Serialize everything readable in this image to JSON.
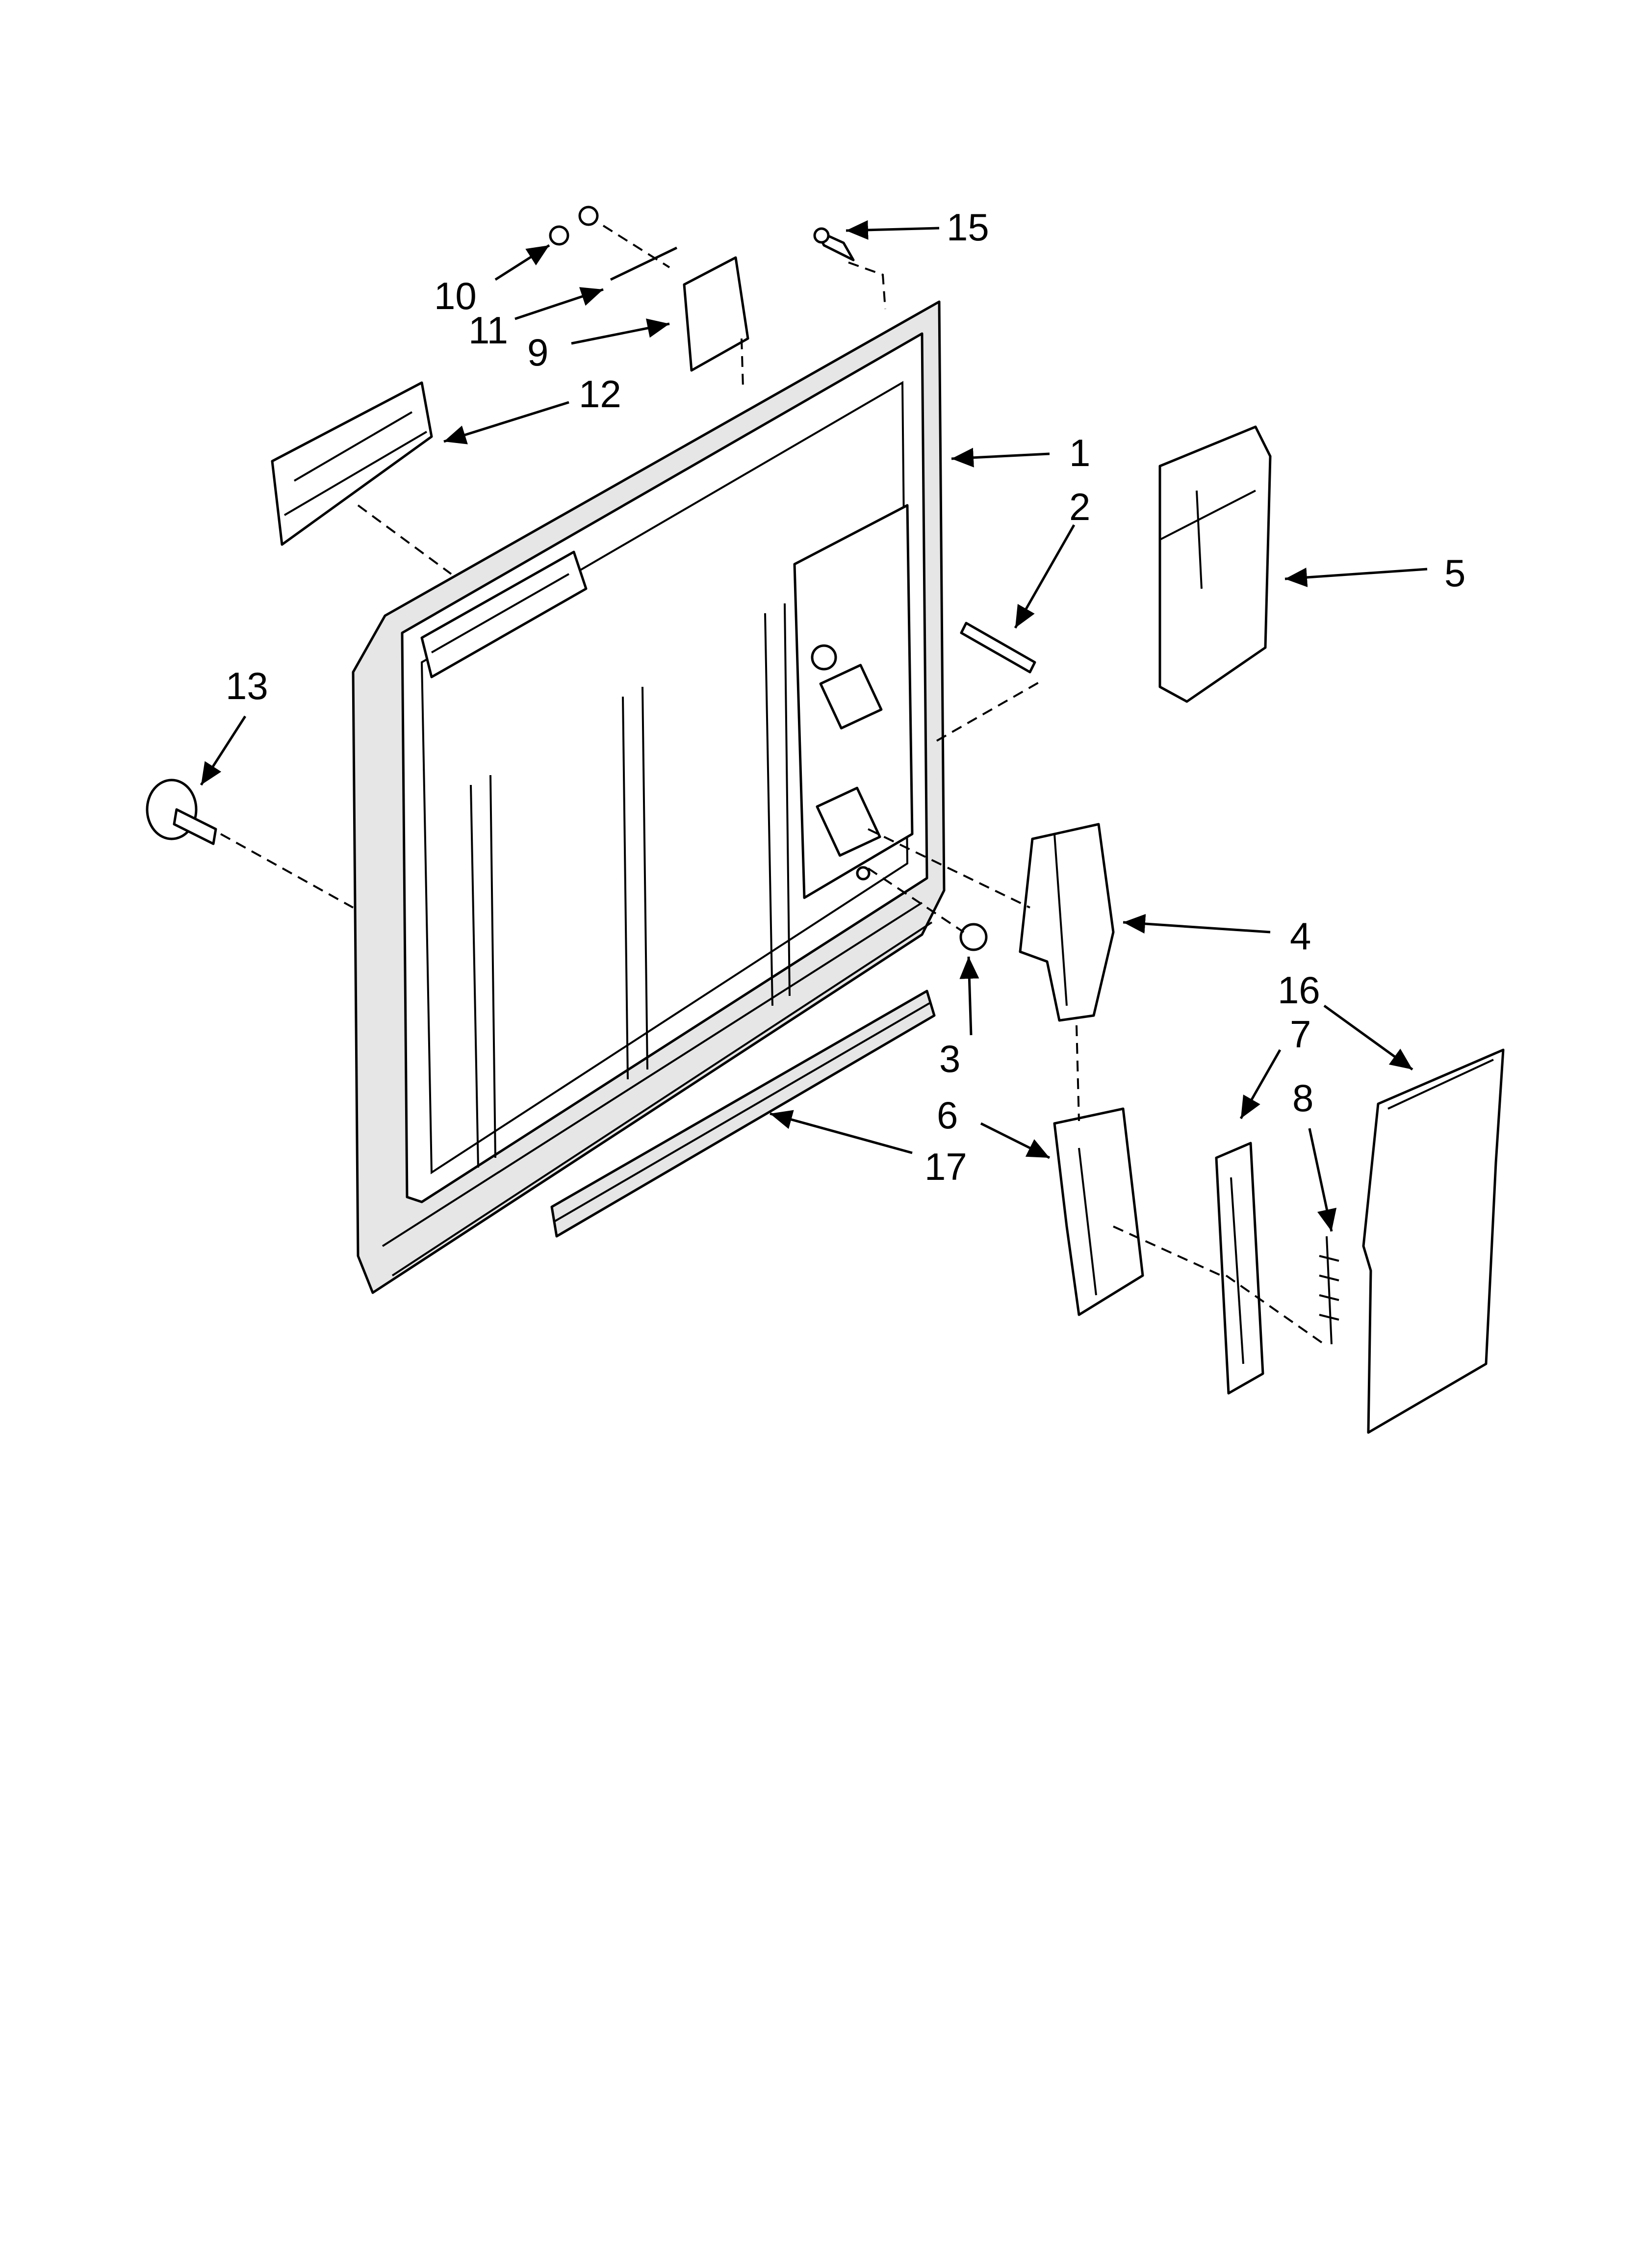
{
  "diagram": {
    "callouts": [
      {
        "id": "1",
        "text": "1"
      },
      {
        "id": "2",
        "text": "2"
      },
      {
        "id": "3",
        "text": "3"
      },
      {
        "id": "4",
        "text": "4"
      },
      {
        "id": "5",
        "text": "5"
      },
      {
        "id": "6",
        "text": "6"
      },
      {
        "id": "7",
        "text": "7"
      },
      {
        "id": "8",
        "text": "8"
      },
      {
        "id": "9",
        "text": "9"
      },
      {
        "id": "10",
        "text": "10"
      },
      {
        "id": "11",
        "text": "11"
      },
      {
        "id": "12",
        "text": "12"
      },
      {
        "id": "13",
        "text": "13"
      },
      {
        "id": "15",
        "text": "15"
      },
      {
        "id": "16",
        "text": "16"
      },
      {
        "id": "17",
        "text": "17"
      }
    ]
  }
}
